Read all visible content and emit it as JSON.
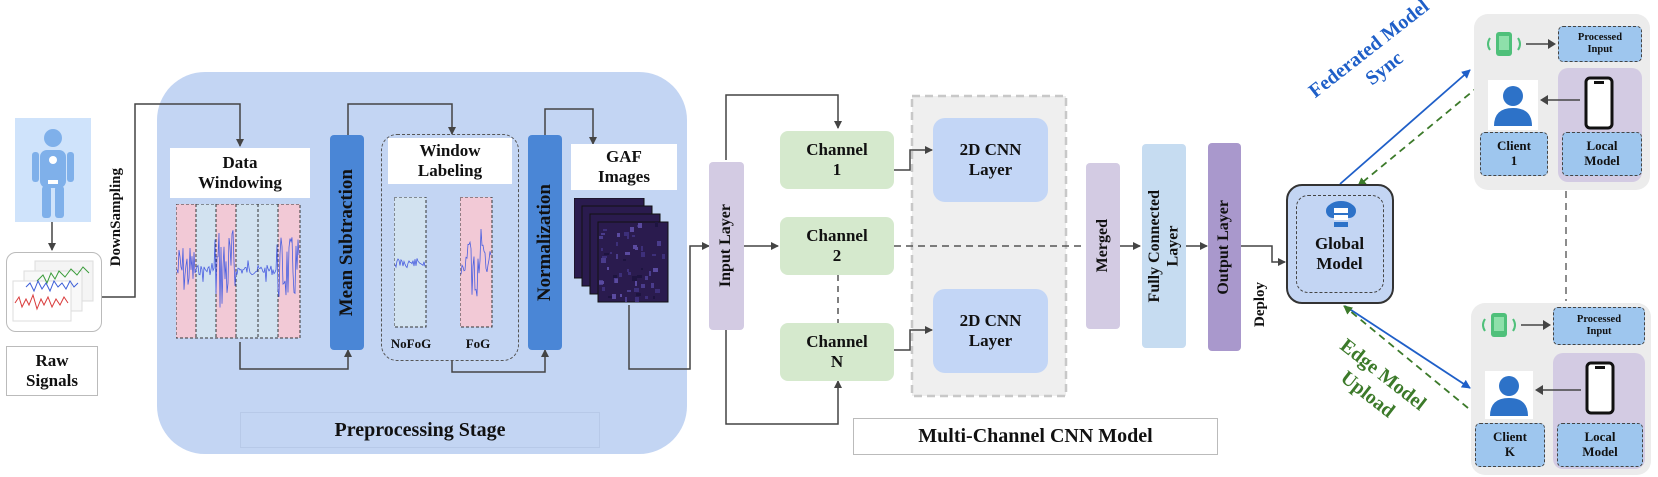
{
  "raw_signals": {
    "label": "Raw\nSignals"
  },
  "downsampling": {
    "label": "DownSampling"
  },
  "preprocessing": {
    "stage_label": "Preprocessing Stage",
    "data_windowing": "Data\nWindowing",
    "mean_subtraction": "Mean Subtraction",
    "window_labeling": "Window\nLabeling",
    "nofog": "NoFoG",
    "fog": "FoG",
    "normalization": "Normalization",
    "gaf_images": "GAF\nImages"
  },
  "cnn": {
    "model_label": "Multi-Channel CNN Model",
    "input_layer": "Input Layer",
    "channel_1": "Channel\n1",
    "channel_2": "Channel\n2",
    "channel_n": "Channel\nN",
    "cnn_layer_top": "2D CNN\nLayer",
    "cnn_layer_bottom": "2D CNN\nLayer",
    "merged": "Merged",
    "fully_connected": "Fully Connected\nLayer",
    "output_layer": "Output Layer"
  },
  "deploy": {
    "label": "Deploy"
  },
  "global_model": {
    "label": "Global\nModel"
  },
  "federated": {
    "sync_label": "Federated Model\nSync",
    "upload_label": "Edge Model\nUpload"
  },
  "client_top": {
    "processed_input": "Processed\nInput",
    "client": "Client\n1",
    "local_model": "Local\nModel"
  },
  "client_bottom": {
    "processed_input": "Processed\nInput",
    "client": "Client\nK",
    "local_model": "Local\nModel"
  },
  "colors": {
    "stage_bg": "#c3d5f3",
    "dark_blue": "#4a86d6",
    "channel_green": "#d5e9cd",
    "cnn_blue": "#c3d6f6",
    "merged_purple": "#d3cbe3",
    "output_purple": "#a998cc",
    "fc_blue": "#c6dcf1",
    "sync_blue": "#1f5fc8",
    "upload_green": "#3c7a2a"
  }
}
